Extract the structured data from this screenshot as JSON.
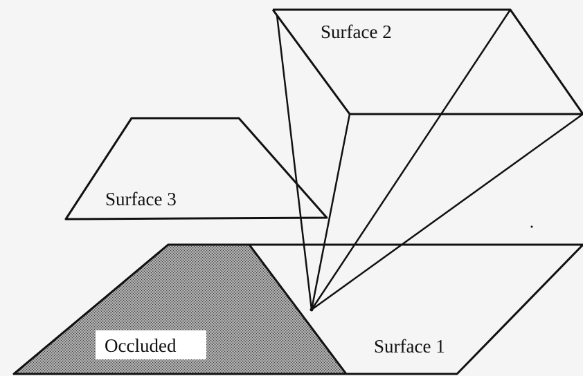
{
  "labels": {
    "surface_1": "Surface 1",
    "surface_2": "Surface 2",
    "surface_3": "Surface 3",
    "occluded": "Occluded"
  },
  "colors": {
    "background": "#f4f5f4",
    "line": "#111111",
    "occluded_fill": "#8a8a8a",
    "label_box": "#ffffff"
  }
}
